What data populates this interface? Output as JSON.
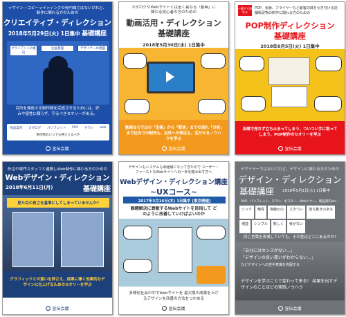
{
  "cards": [
    {
      "lead": "デザイン・コピーライティングの専門職ではないけれど、制作に関わる方のための",
      "title": "クリエイティブ・ディレクション",
      "date": "2018年5月29日(火) 1日集中",
      "course": "基礎講座",
      "tags": [
        "クライアントの意向",
        "企画意図",
        "デザイナーの意図"
      ],
      "body": "目的を達成する制作物を完成させるためには、好みや感性に頼らず、守るべきセオリーがある。",
      "strip": [
        "商品案内",
        "カタログ",
        "パンフレット",
        "POP",
        "チラシ",
        "web"
      ],
      "footer_note": "制作物のいつでも押さえるべき",
      "org": "宣伝会議",
      "accent": "#1e4fa8"
    },
    {
      "lead": "カタログやWebサイトとは全く異なる「動画」に関わる初心者の方のための",
      "title": "動画活用・ディレクション",
      "course": "基礎講座",
      "date": "2018年5月30日(水) 1日集中",
      "body": "動画ならではの「企画」から「配信」までの流れ「分析」まで社内での制作も、社外への発注も、活かせるノウハウを学ぶ",
      "org": "宣伝会議",
      "accent": "#f39a1e"
    },
    {
      "badge": "一番下で知れる",
      "lead": "POP、看板、フライヤーなど顧客の目を引き付ける店舗販促物の制作に関わる方のための",
      "title": "POP制作ディレクション",
      "course": "基礎講座",
      "date": "2018年6月5日(火) 1日集中",
      "body": "店頭で売れず立ち止まってしまう、ついつい手に取ってしまう、POP制作のセオリーを学ぶ",
      "org": "宣伝会議",
      "accent": "#e8141c"
    },
    {
      "lead": "外注や専門スタッフと連携しWeb制作に関わる方のための",
      "title": "Webデザイン・ディレクション",
      "course": "基礎講座",
      "date": "2018年6月11日(月)",
      "question": "見た目の良さを基準にしてしまっていませんか?",
      "body": "グラフィックとの違いを押さえ、成果に導く効果的なデザインに仕上げるためのセオリーを学ぶ",
      "org": "宣伝会議",
      "accent": "#ffd23c"
    },
    {
      "lead": "デザインもシステムも未経験になってきたので ユーザー・ファーストなWebサイトへの一歩を踏み出す方へ",
      "title": "Webデザイン・ディレクション講座",
      "subtitle": "~UXコース~",
      "date": "2017年3月16日(木) 1日集中 [東京開催]",
      "question": "課題解決に貢献するWebサイトを目指して どのように改善していけばよいのか",
      "body": "多様化社会の中でWebサイトを 最大限の成果を上げるデザインを改善の方法をつかめる",
      "org": "宣伝会議",
      "accent": "#1e5aa8"
    },
    {
      "lead": "デザイナーではないけれど、デザインに関わる方のための",
      "title": "デザイン・ディレクション",
      "course": "基礎講座",
      "date": "2018年5月1日(火) 1日集中",
      "tags_line": "POP、パンフレット、チラシ、ポスター、Webバナー、製品案内etc...",
      "chips": [
        "シック",
        "精悍",
        "物静かの",
        "さきつい",
        "落ち着きのある",
        "増益",
        "シンプル",
        "新しく",
        "気がない"
      ],
      "body_q": "同じ言葉を表現していても、その差はどこにあるのか?",
      "quotes": [
        "「自分にはセンスがない…」",
        "「デザインの良い悪いがわからない…」",
        "などデザインへの苦手意識を克服する"
      ],
      "body": "デザインを学ぶことで変わって来る！ 結果を出すデザインのことほどの実践ノウハウ",
      "org": "宣伝会議",
      "accent": "#c0392b"
    }
  ]
}
